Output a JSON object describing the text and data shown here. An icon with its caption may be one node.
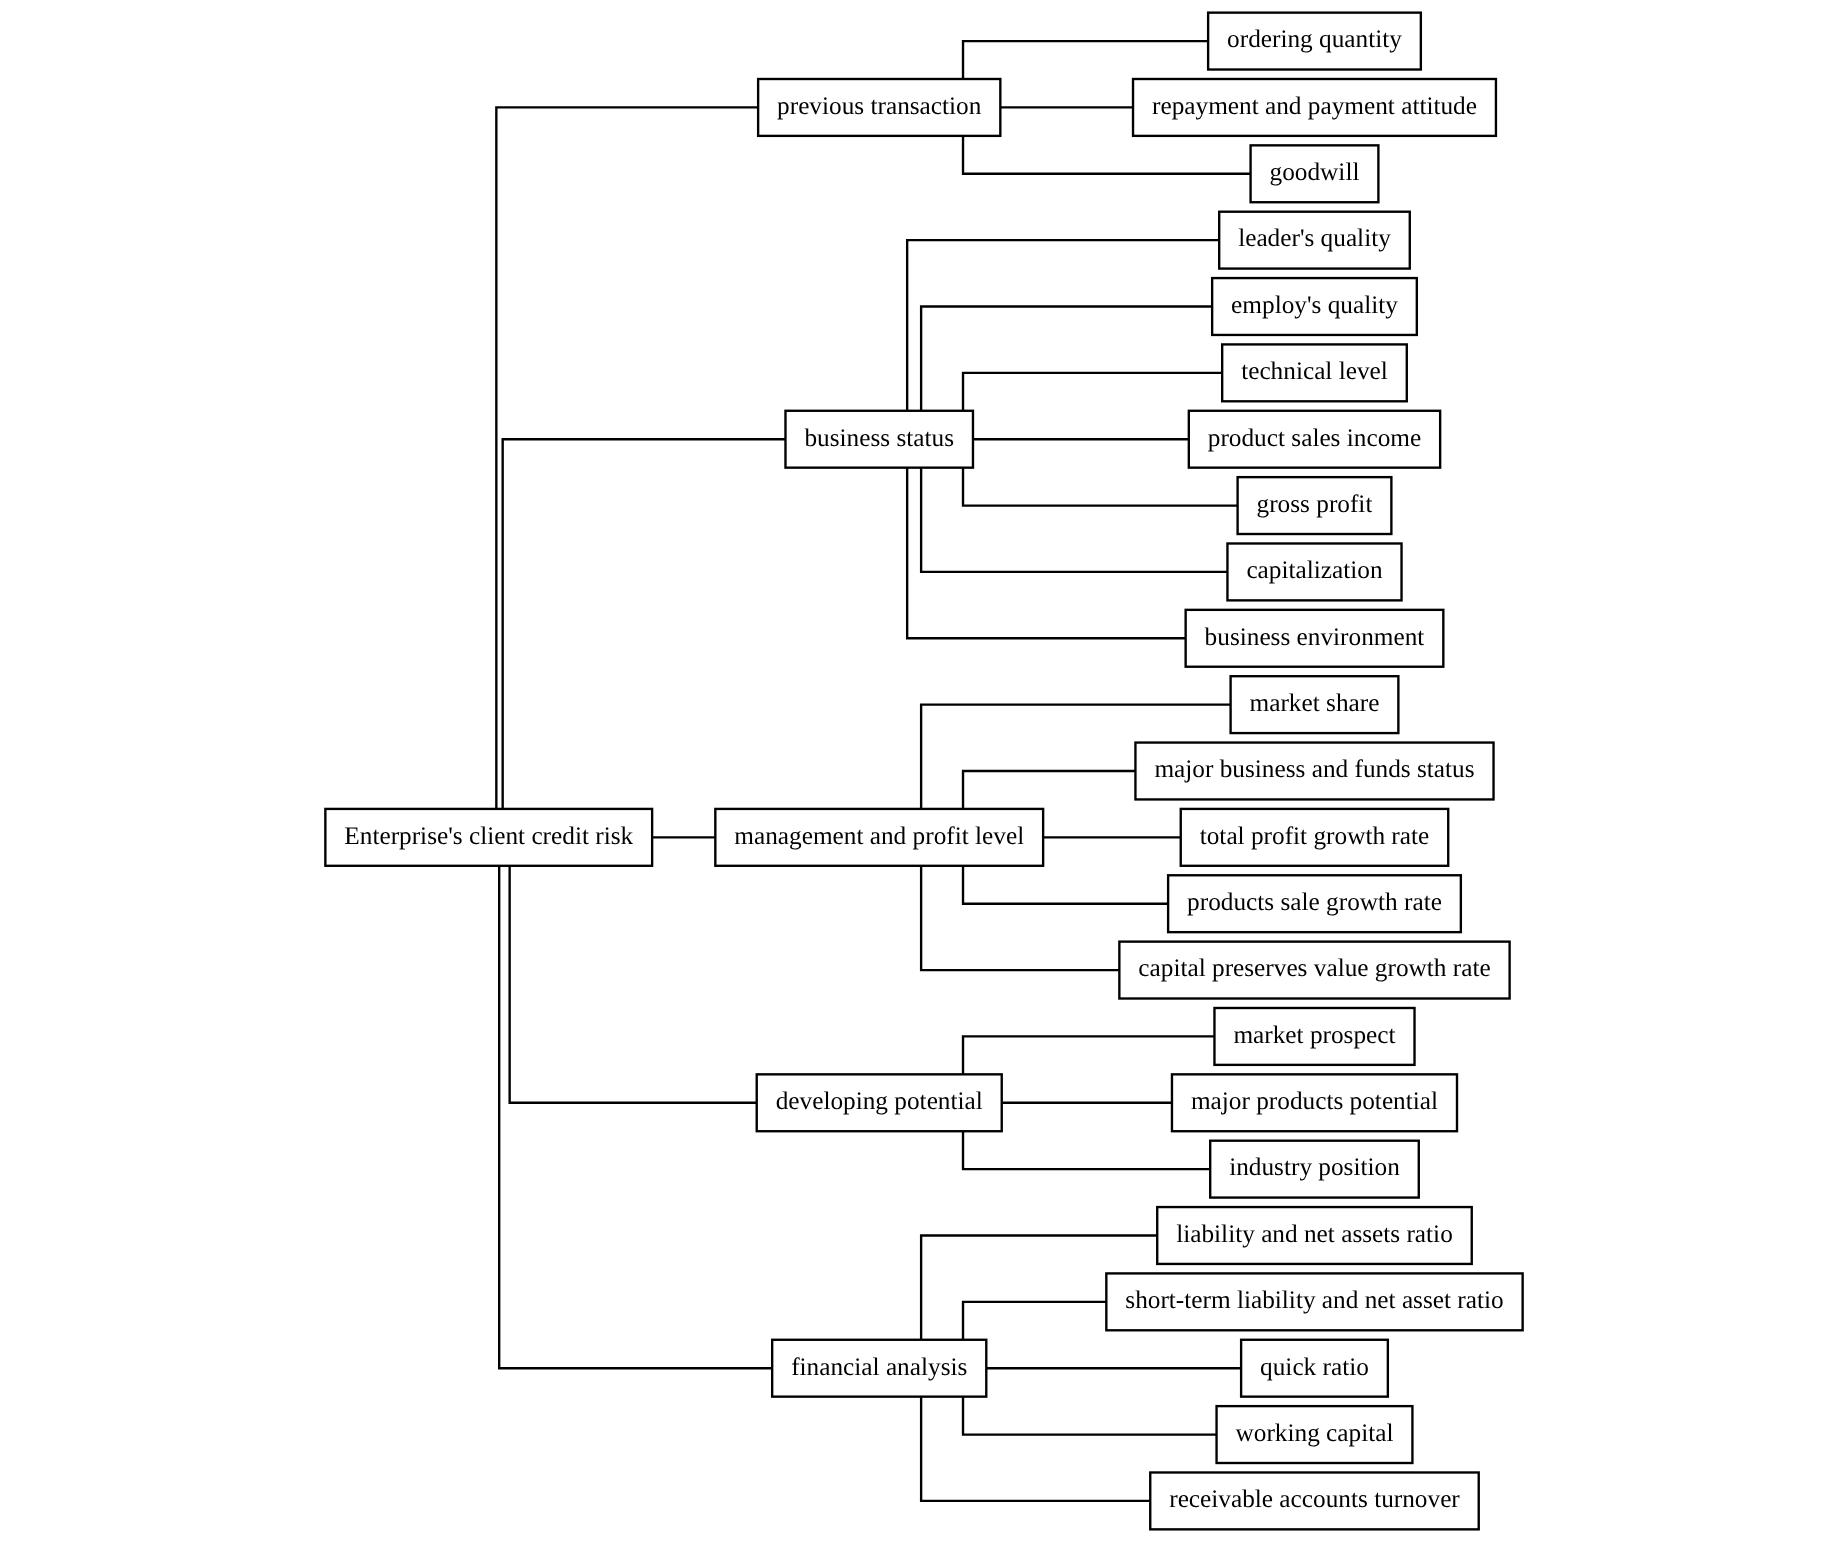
{
  "diagram": {
    "nodes": [
      {
        "text": [
          "Enterprise's client credit risk"
        ]
      },
      {
        "text": [
          "previous transaction"
        ]
      },
      {
        "text": [
          "business status"
        ]
      },
      {
        "text": [
          "management and profit level"
        ]
      },
      {
        "text": [
          "developing potential"
        ]
      },
      {
        "text": [
          "financial analysis"
        ]
      },
      {
        "text": [
          "ordering quantity"
        ]
      },
      {
        "text": [
          "repayment and payment attitude"
        ]
      },
      {
        "text": [
          "goodwill"
        ]
      },
      {
        "text": [
          "leader's quality"
        ]
      },
      {
        "text": [
          "employ's quality"
        ]
      },
      {
        "text": [
          "technical level"
        ]
      },
      {
        "text": [
          "product sales income"
        ]
      },
      {
        "text": [
          "gross profit"
        ]
      },
      {
        "text": [
          "capitalization"
        ]
      },
      {
        "text": [
          "business environment"
        ]
      },
      {
        "text": [
          "market share"
        ]
      },
      {
        "text": [
          "major business and funds status"
        ]
      },
      {
        "text": [
          "total profit growth rate"
        ]
      },
      {
        "text": [
          "products sale growth rate"
        ]
      },
      {
        "text": [
          "capital preserves value growth rate"
        ]
      },
      {
        "text": [
          "market prospect"
        ]
      },
      {
        "text": [
          "major products potential"
        ]
      },
      {
        "text": [
          "industry position"
        ]
      },
      {
        "text": [
          "liability and net assets ratio"
        ]
      },
      {
        "text": [
          "short-term liability and net asset ratio"
        ]
      },
      {
        "text": [
          "quick ratio"
        ]
      },
      {
        "text": [
          "working capital"
        ]
      },
      {
        "text": [
          "receivable accounts turnover"
        ]
      }
    ],
    "edges": [
      {
        "from": 0,
        "to": 1,
        "arrow": "none"
      },
      {
        "from": 0,
        "to": 2,
        "arrow": "none"
      },
      {
        "from": 0,
        "to": 3,
        "arrow": "none"
      },
      {
        "from": 0,
        "to": 4,
        "arrow": "none"
      },
      {
        "from": 0,
        "to": 5,
        "arrow": "none"
      },
      {
        "from": 1,
        "to": 6,
        "arrow": "none"
      },
      {
        "from": 1,
        "to": 7,
        "arrow": "none"
      },
      {
        "from": 1,
        "to": 8,
        "arrow": "none"
      },
      {
        "from": 2,
        "to": 9,
        "arrow": "none"
      },
      {
        "from": 2,
        "to": 10,
        "arrow": "none"
      },
      {
        "from": 2,
        "to": 11,
        "arrow": "none"
      },
      {
        "from": 2,
        "to": 12,
        "arrow": "none"
      },
      {
        "from": 2,
        "to": 13,
        "arrow": "none"
      },
      {
        "from": 2,
        "to": 14,
        "arrow": "none"
      },
      {
        "from": 2,
        "to": 15,
        "arrow": "none"
      },
      {
        "from": 3,
        "to": 16,
        "arrow": "none"
      },
      {
        "from": 3,
        "to": 17,
        "arrow": "none"
      },
      {
        "from": 3,
        "to": 18,
        "arrow": "none"
      },
      {
        "from": 3,
        "to": 19,
        "arrow": "none"
      },
      {
        "from": 3,
        "to": 20,
        "arrow": "none"
      },
      {
        "from": 4,
        "to": 21,
        "arrow": "none"
      },
      {
        "from": 4,
        "to": 22,
        "arrow": "none"
      },
      {
        "from": 4,
        "to": 23,
        "arrow": "none"
      },
      {
        "from": 5,
        "to": 24,
        "arrow": "none"
      },
      {
        "from": 5,
        "to": 25,
        "arrow": "none"
      },
      {
        "from": 5,
        "to": 26,
        "arrow": "none"
      },
      {
        "from": 5,
        "to": 27,
        "arrow": "none"
      },
      {
        "from": 5,
        "to": 28,
        "arrow": "none"
      }
    ]
  }
}
